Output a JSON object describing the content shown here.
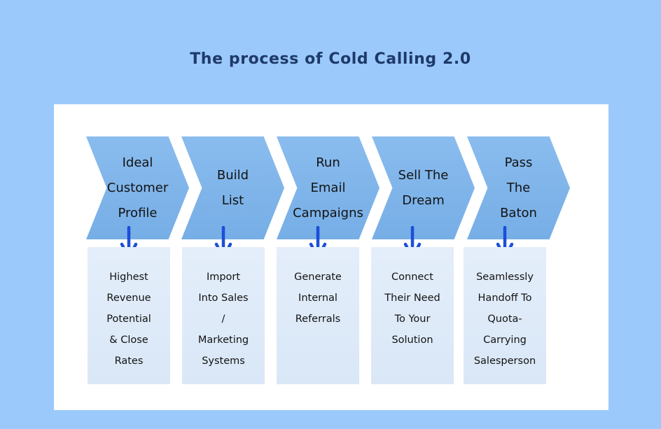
{
  "title": "The process of Cold Calling 2.0",
  "colors": {
    "background": "#9BC9FB",
    "panel": "#FFFFFF",
    "chevron_fill": "#7DB4E9",
    "description_box_fill": "#DCEAF8",
    "arrow": "#1C4ED9",
    "title_text": "#1E3A69",
    "step_text": "#131313"
  },
  "icons": {
    "down_arrow": "↓"
  },
  "steps": [
    {
      "chevron_label": "Ideal\nCustomer\nProfile",
      "description": "Highest\nRevenue\nPotential\n& Close\nRates"
    },
    {
      "chevron_label": "Build\nList",
      "description": "Import\nInto Sales\n/\nMarketing\nSystems"
    },
    {
      "chevron_label": "Run\nEmail\nCampaigns",
      "description": "Generate\nInternal\nReferrals"
    },
    {
      "chevron_label": "Sell The\nDream",
      "description": "Connect\nTheir Need\nTo Your\nSolution"
    },
    {
      "chevron_label": "Pass\nThe\nBaton",
      "description": "Seamlessly\nHandoff To\nQuota-\nCarrying\nSalesperson"
    }
  ]
}
